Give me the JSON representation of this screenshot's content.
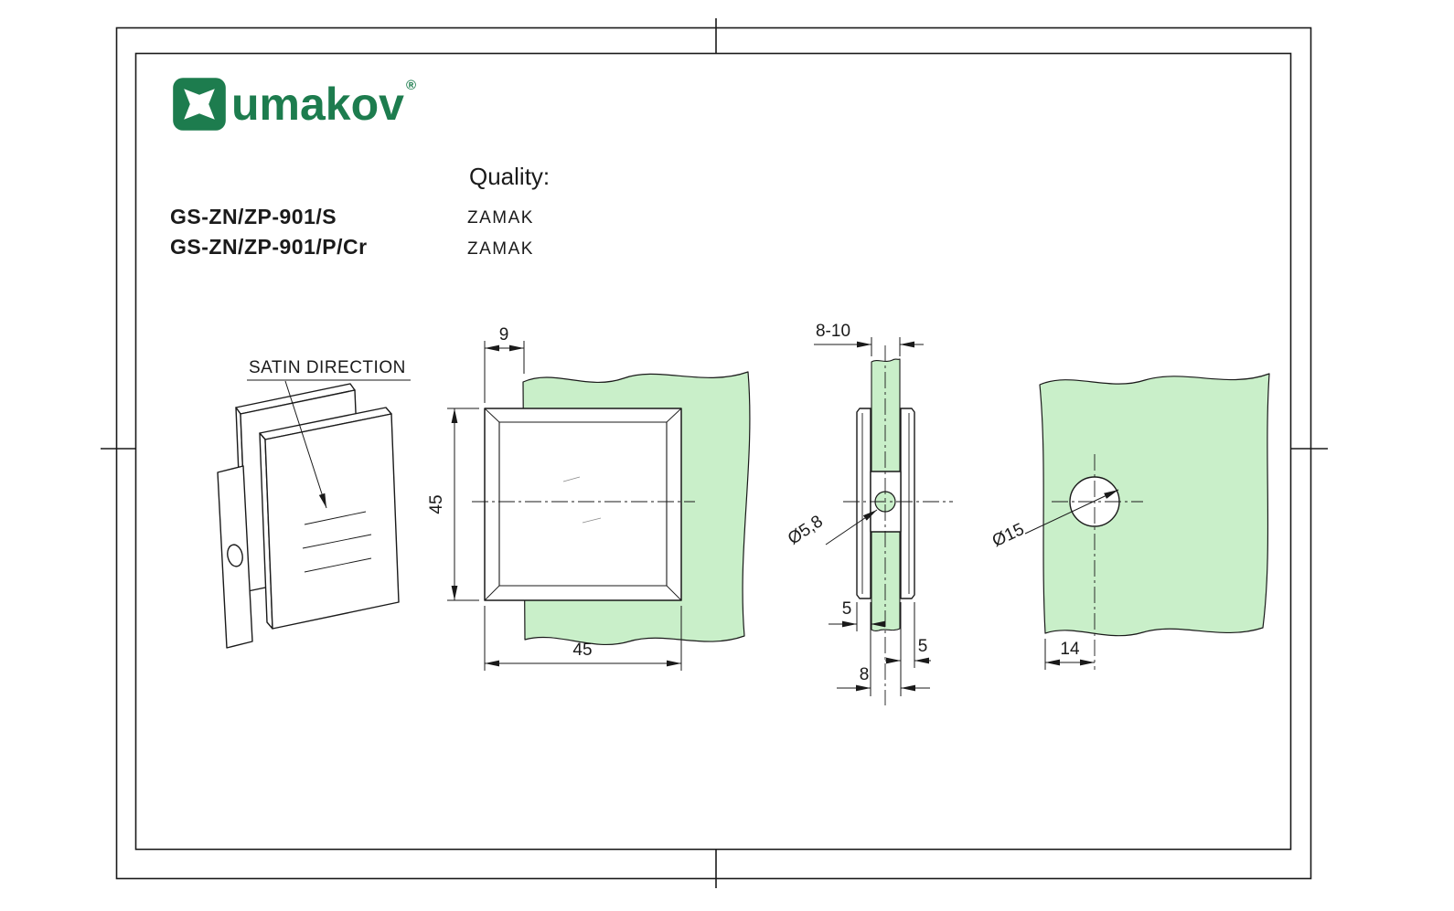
{
  "colors": {
    "brand_green": "#1d7c4e",
    "glass_green": "#c9efc9",
    "line_black": "#1a1a1a"
  },
  "logo": {
    "brand": "umakov",
    "registered": "®"
  },
  "header": {
    "quality_label": "Quality:",
    "products": [
      {
        "code": "GS-ZN/ZP-901/S",
        "quality": "ZAMAK"
      },
      {
        "code": "GS-ZN/ZP-901/P/Cr",
        "quality": "ZAMAK"
      }
    ]
  },
  "iso_view": {
    "satin_label": "SATIN DIRECTION"
  },
  "front_view": {
    "dim_top_offset": "9",
    "dim_height": "45",
    "dim_width": "45"
  },
  "section_view": {
    "dim_glass_range": "8-10",
    "dim_hole_dia": "Ø5,8",
    "dim_left_plate": "5",
    "dim_right_plate": "5",
    "dim_bottom": "8"
  },
  "hole_view": {
    "dim_hole_dia": "Ø15",
    "dim_edge_offset": "14"
  }
}
